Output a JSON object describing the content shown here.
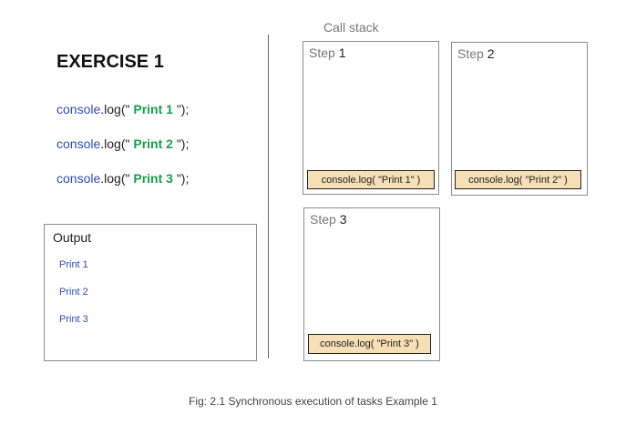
{
  "exercise": {
    "title": "EXERCISE 1",
    "lines": [
      {
        "fn": "console",
        "rest": ".log(\" ",
        "arg": "Print 1",
        "end": " \");"
      },
      {
        "fn": "console",
        "rest": ".log(\" ",
        "arg": "Print 2",
        "end": " \");"
      },
      {
        "fn": "console",
        "rest": ".log(\" ",
        "arg": "Print 3",
        "end": " \");"
      }
    ]
  },
  "output": {
    "title": "Output",
    "items": [
      "Print 1",
      "Print 2",
      "Print 3"
    ]
  },
  "call_stack": {
    "label": "Call stack",
    "steps": [
      {
        "word": "Step",
        "number": "1",
        "frame": "console.log( \"Print 1\" )"
      },
      {
        "word": "Step",
        "number": "2",
        "frame": "console.log( \"Print 2\" )"
      },
      {
        "word": "Step",
        "number": "3",
        "frame": "console.log( \"Print 3\" )"
      }
    ]
  },
  "caption": "Fig: 2.1 Synchronous execution of tasks Example 1",
  "colors": {
    "keyword_blue": "#2b4db4",
    "string_green": "#18a04c",
    "frame_fill": "#f6deb5"
  }
}
